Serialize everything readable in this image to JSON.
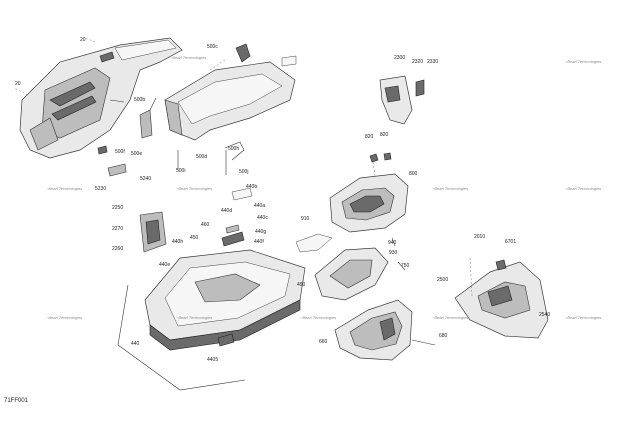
{
  "diagram": {
    "code": "71FF001",
    "watermark": "~Bearl Technologies",
    "labels": [
      "20",
      "20",
      "500c",
      "500b",
      "500f",
      "500e",
      "500d",
      "500h",
      "500i",
      "500j",
      "5230",
      "5240",
      "2300",
      "2320",
      "2330",
      "820",
      "820",
      "800",
      "440b",
      "440d",
      "440a",
      "440c",
      "440g",
      "440f",
      "440h",
      "440e",
      "460",
      "450",
      "2250",
      "2270",
      "2260",
      "910",
      "940",
      "930",
      "750",
      "490",
      "660",
      "680",
      "2010",
      "6701",
      "2500",
      "2540",
      "440",
      "4405"
    ]
  }
}
